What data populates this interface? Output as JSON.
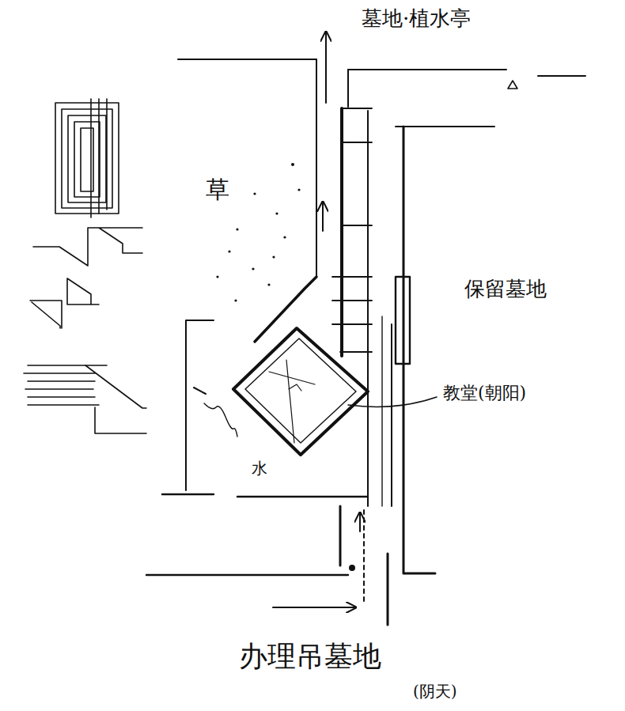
{
  "diagram": {
    "labels": [
      "墓地·植水亭",
      "草",
      "保留墓地",
      "教堂(朝阳)",
      "水",
      "办理吊墓地",
      "(阴天)"
    ]
  }
}
